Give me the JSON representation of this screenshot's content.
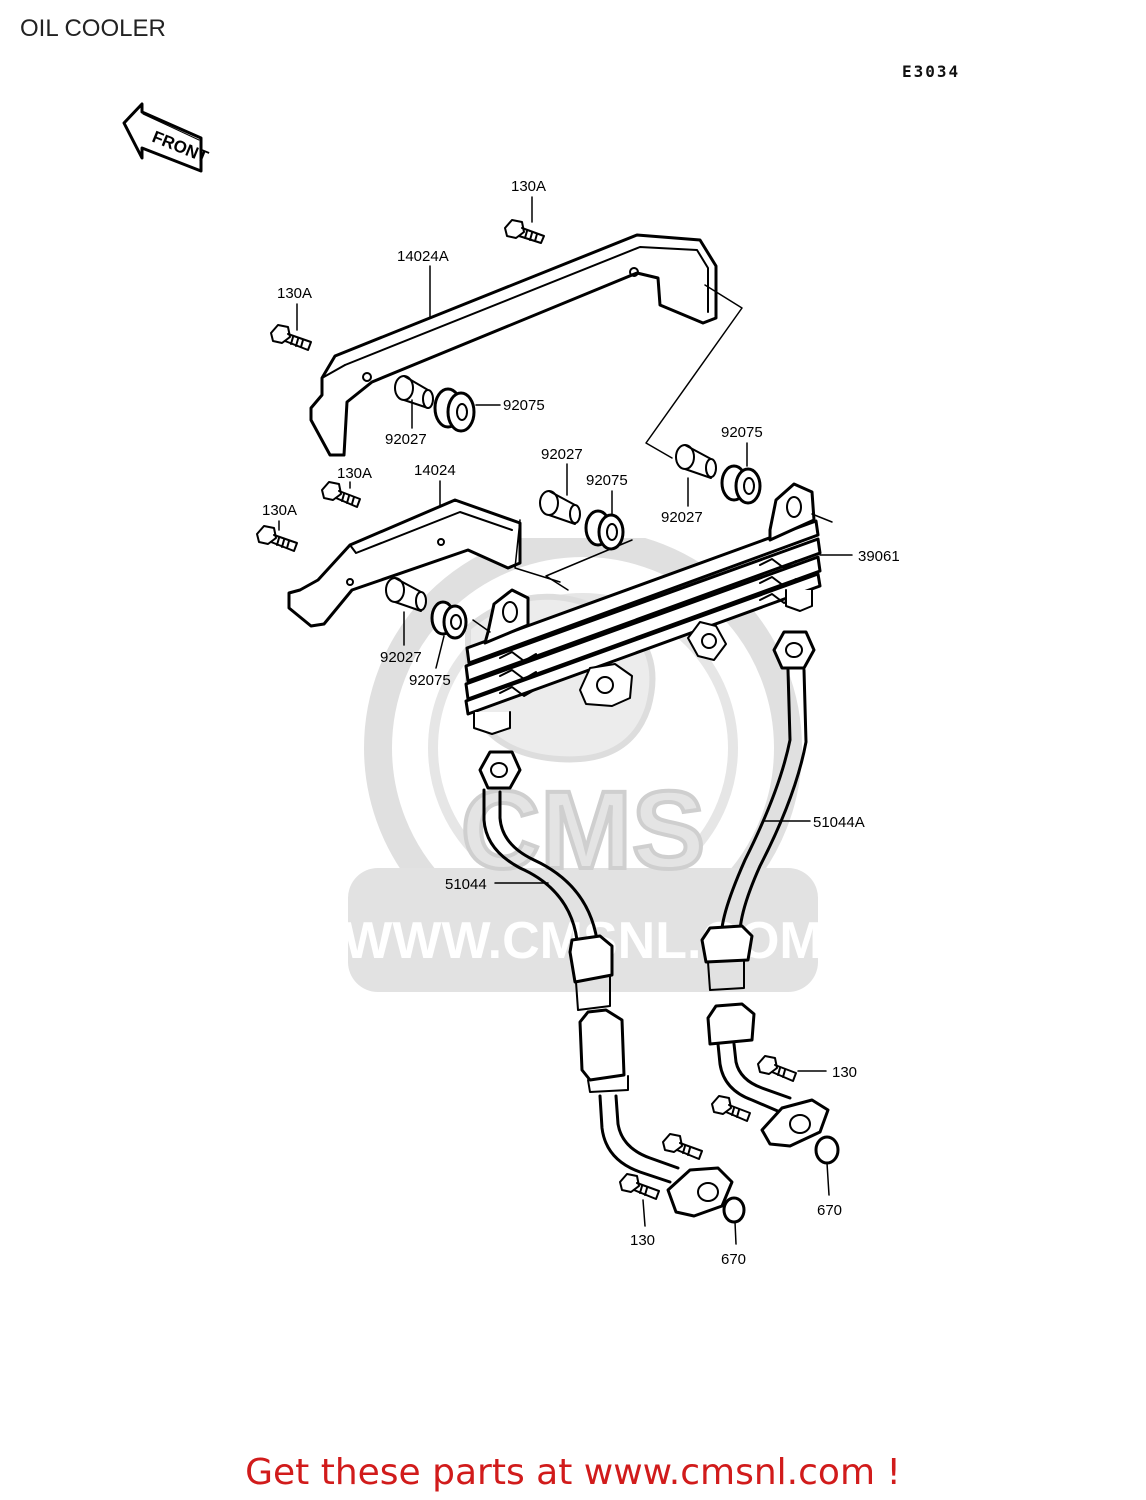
{
  "header": {
    "title": "OIL COOLER",
    "diagram_code": "E3034"
  },
  "front_arrow": {
    "text": "FRONT"
  },
  "watermark": {
    "logo_text": "CMS",
    "url_text": "WWW.CMSNL.COM"
  },
  "callouts": {
    "c130a_top": "130A",
    "c130a_left": "130A",
    "c14024a": "14024A",
    "c92075_a": "92075",
    "c92027_a": "92027",
    "c130a_mid": "130A",
    "c14024": "14024",
    "c130a_low": "130A",
    "c92027_b": "92027",
    "c92075_b": "92075",
    "c92075_c": "92075",
    "c92027_c": "92027",
    "c39061": "39061",
    "c92027_d": "92027",
    "c92075_d": "92075",
    "c51044a": "51044A",
    "c51044": "51044",
    "c130_right": "130",
    "c670_right": "670",
    "c130_bottom": "130",
    "c670_bottom": "670"
  },
  "footer": {
    "promo": "Get these parts at www.cmsnl.com !"
  },
  "colors": {
    "line": "#000000",
    "promo": "#d11b1b",
    "watermark": "#d8d8d8"
  }
}
